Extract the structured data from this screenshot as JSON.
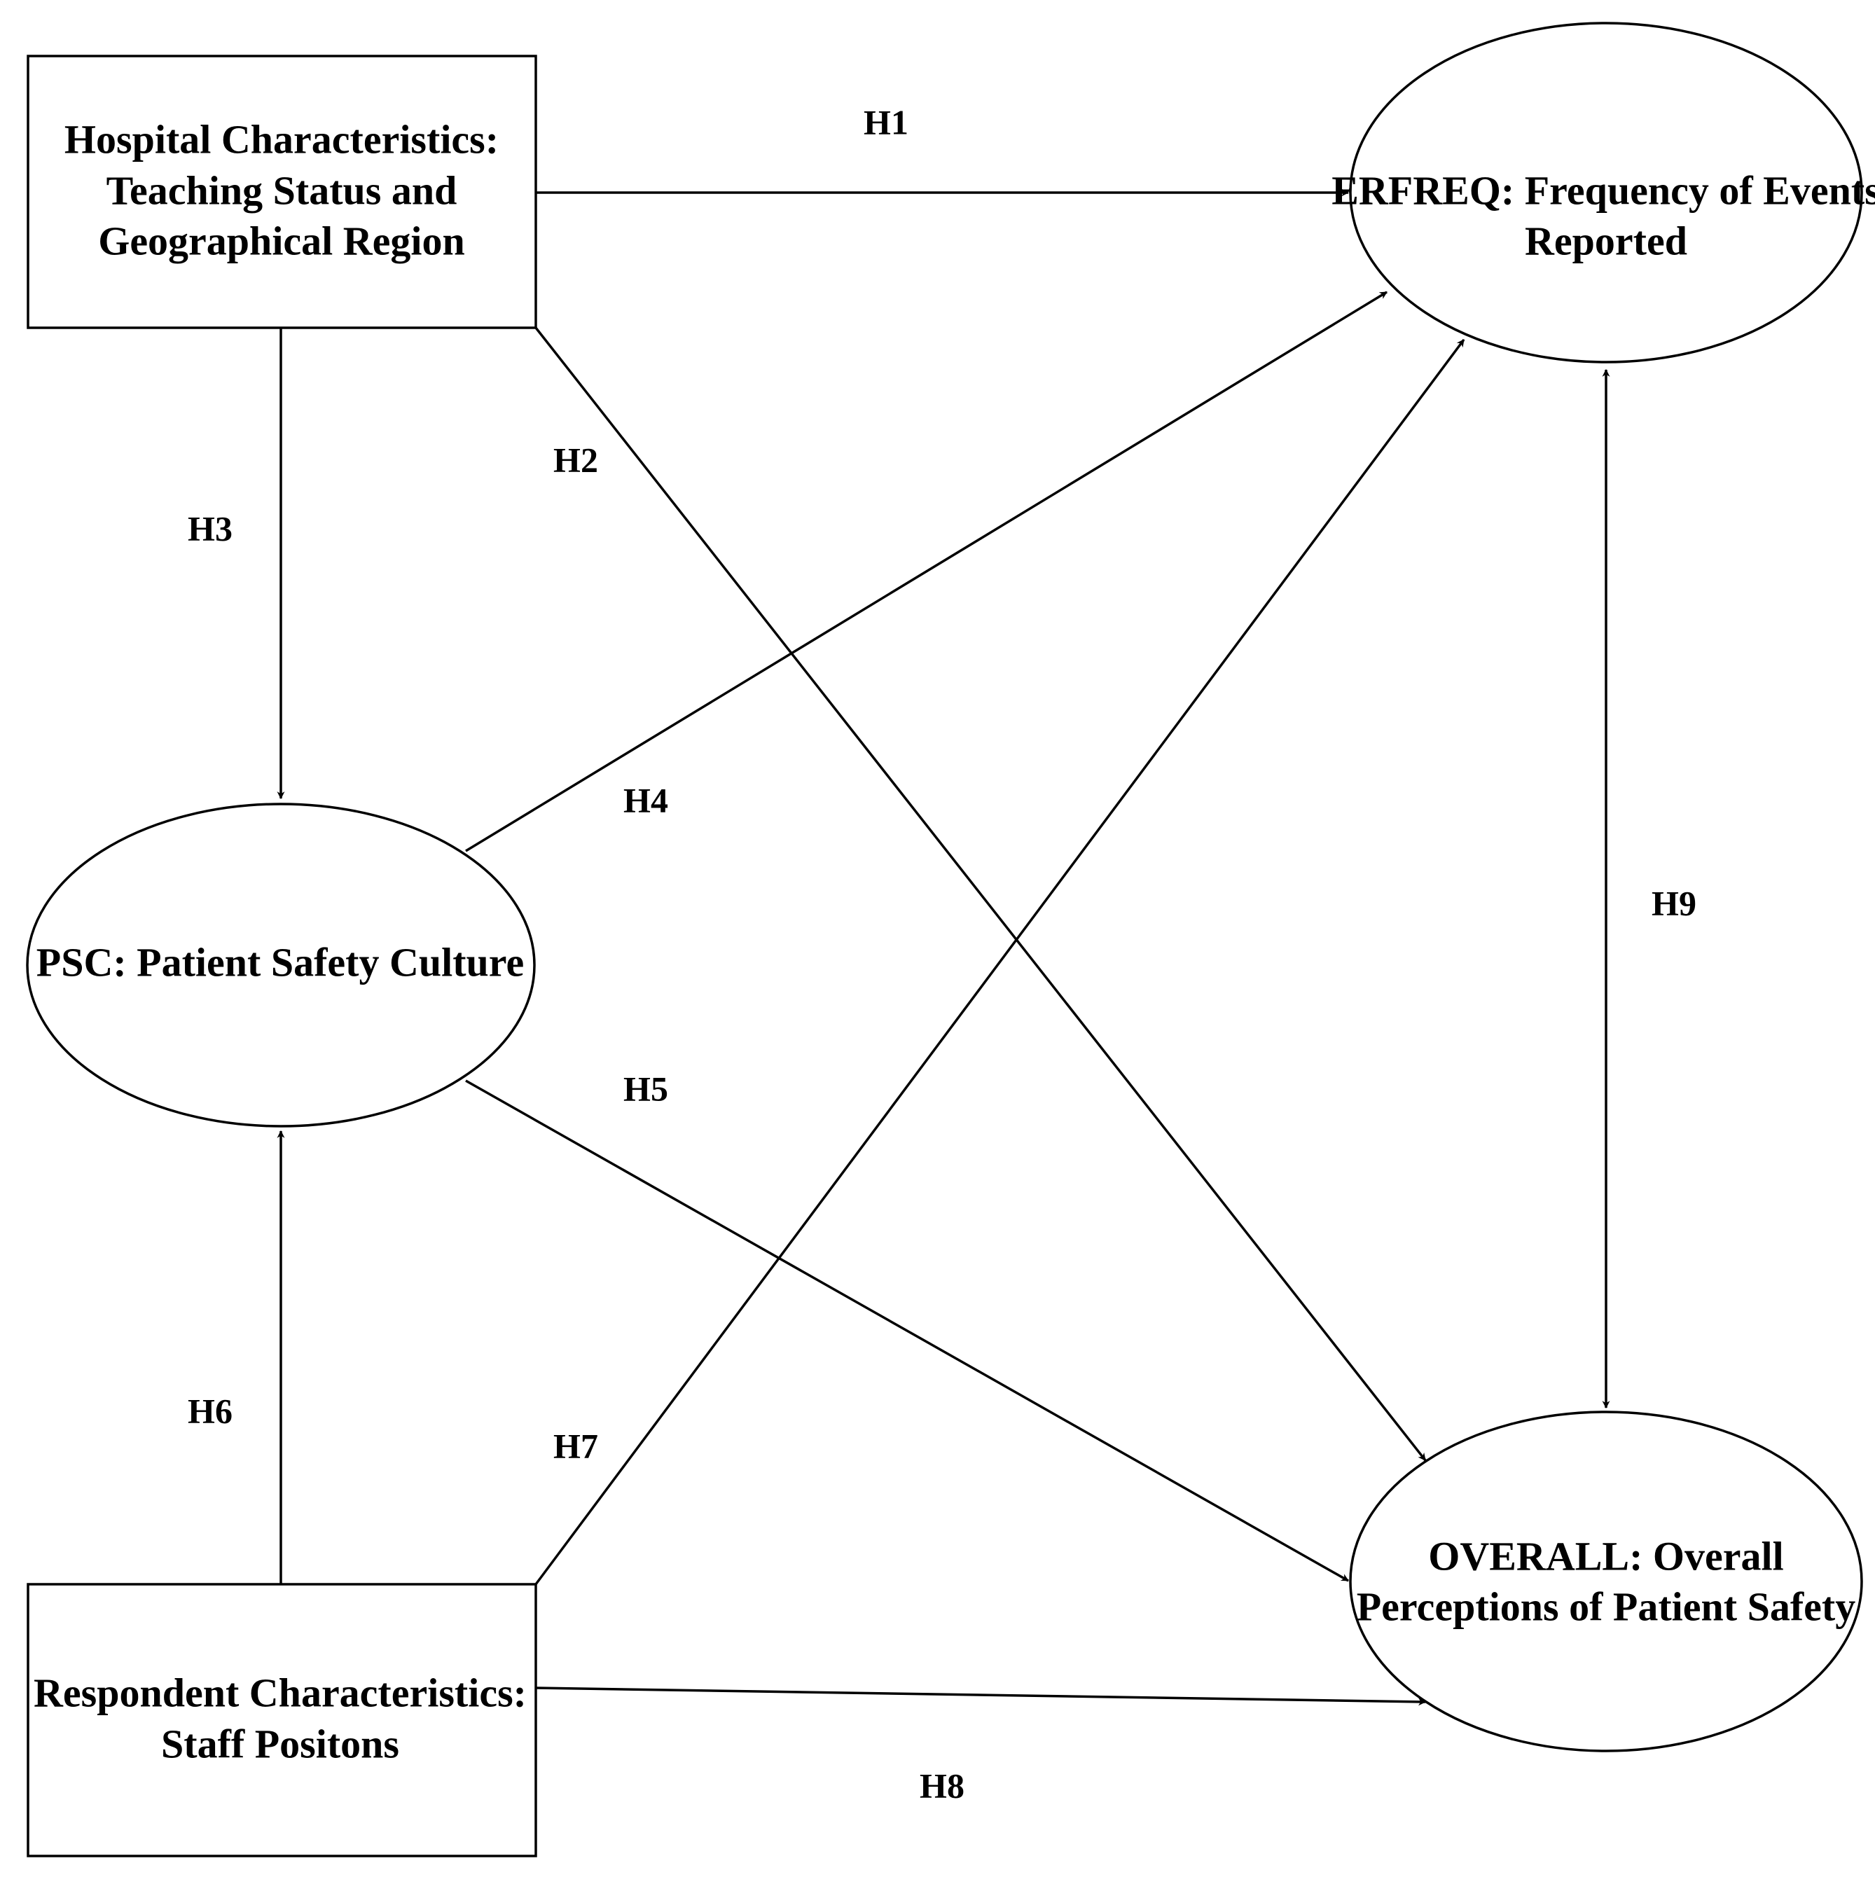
{
  "nodes": {
    "hospital": {
      "shape": "rectangle",
      "lines": [
        "Hospital Characteristics:",
        "Teaching Status and",
        "Geographical Region"
      ]
    },
    "respondent": {
      "shape": "rectangle",
      "lines": [
        "Respondent Characteristics:",
        "Staff Positons"
      ]
    },
    "psc": {
      "shape": "ellipse",
      "lines": [
        "PSC: Patient Safety Culture"
      ]
    },
    "erfreq": {
      "shape": "ellipse",
      "lines": [
        "ERFREQ: Frequency of Events",
        "Reported"
      ]
    },
    "overall": {
      "shape": "ellipse",
      "lines": [
        "OVERALL: Overall",
        "Perceptions of Patient Safety"
      ]
    }
  },
  "edges": [
    {
      "label": "H1",
      "from": "hospital",
      "to": "erfreq",
      "direction": "forward"
    },
    {
      "label": "H2",
      "from": "hospital",
      "to": "overall",
      "direction": "forward"
    },
    {
      "label": "H3",
      "from": "hospital",
      "to": "psc",
      "direction": "forward"
    },
    {
      "label": "H4",
      "from": "psc",
      "to": "erfreq",
      "direction": "forward"
    },
    {
      "label": "H5",
      "from": "psc",
      "to": "overall",
      "direction": "forward"
    },
    {
      "label": "H6",
      "from": "respondent",
      "to": "psc",
      "direction": "forward"
    },
    {
      "label": "H7",
      "from": "respondent",
      "to": "erfreq",
      "direction": "forward"
    },
    {
      "label": "H8",
      "from": "respondent",
      "to": "overall",
      "direction": "forward"
    },
    {
      "label": "H9",
      "from": "erfreq",
      "to": "overall",
      "direction": "both"
    }
  ],
  "colors": {
    "stroke": "#000000",
    "background": "#ffffff",
    "text": "#000000"
  }
}
